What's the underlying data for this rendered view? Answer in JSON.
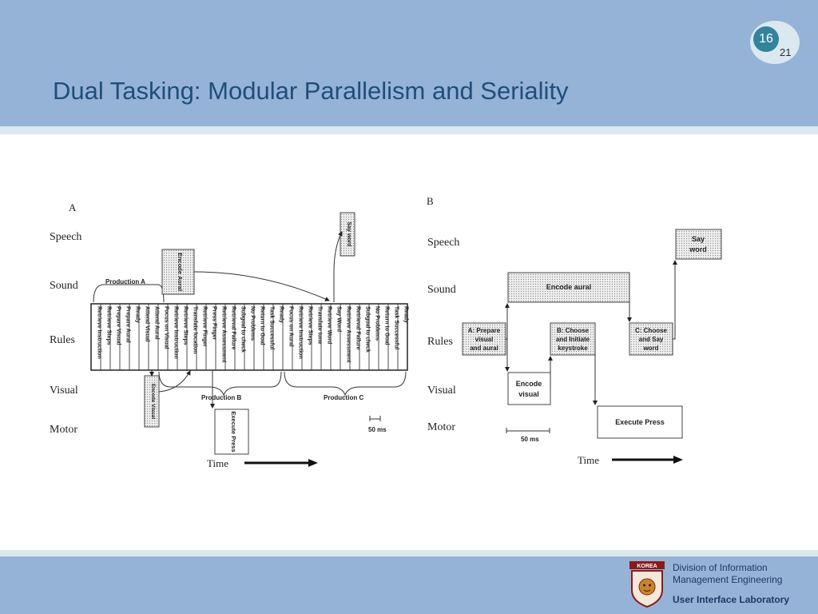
{
  "slide": {
    "title": "Dual Tasking: Modular Parallelism and Seriality",
    "page_current": "16",
    "page_total": "21"
  },
  "footer": {
    "line1": "Division of Information",
    "line2": "Management Engineering",
    "line3": "User Interface Laboratory",
    "logo_text": "KOREA"
  },
  "figure_a": {
    "panel_label": "A",
    "row_labels": [
      "Speech",
      "Sound",
      "Rules",
      "Visual",
      "Motor"
    ],
    "production_labels": [
      "Production A",
      "Production B",
      "Production C"
    ],
    "encode_aural": "Encode Aural",
    "encode_visual": "Encode Visual",
    "say_word": "Say word",
    "execute_press": "Execute Press",
    "scale": "50 ms",
    "time_label": "Time",
    "rule_columns": [
      "Retrieve Instruction",
      "Retrieve Steps",
      "Prepare Visual",
      "Prepare Aural",
      "Ready",
      "Attend Visual",
      "Attend Aural",
      "Focus on Visual",
      "Retrieve Instruction",
      "Retrieve Steps",
      "Translate location",
      "Retrieve Finger",
      "Press Finger",
      "Retrieve Assessment",
      "Retrieval Failure",
      "Subgoal to check",
      "No Problems",
      "Return to Goal",
      "Task Successful",
      "Ready",
      "Focus on Aural",
      "Retrieve Instruction",
      "Retrieve Steps",
      "Translate tone",
      "Retrieve Word",
      "Say Word",
      "Retrieve Assessment",
      "Retrieval Failure",
      "Subgoal to check",
      "No Problems",
      "Return to Goal",
      "Task Successful",
      "Ready"
    ]
  },
  "figure_b": {
    "panel_label": "B",
    "row_labels": [
      "Speech",
      "Sound",
      "Rules",
      "Visual",
      "Motor"
    ],
    "rule_a": [
      "A: Prepare",
      "visual",
      "and aural"
    ],
    "rule_b": [
      "B: Choose",
      "and Initiate",
      "keystroke"
    ],
    "rule_c": [
      "C: Choose",
      "and Say",
      "word"
    ],
    "encode_aural": "Encode aural",
    "encode_visual": [
      "Encode",
      "visual"
    ],
    "say_word": [
      "Say",
      "word"
    ],
    "execute_press": "Execute Press",
    "scale": "50 ms",
    "time_label": "Time"
  }
}
